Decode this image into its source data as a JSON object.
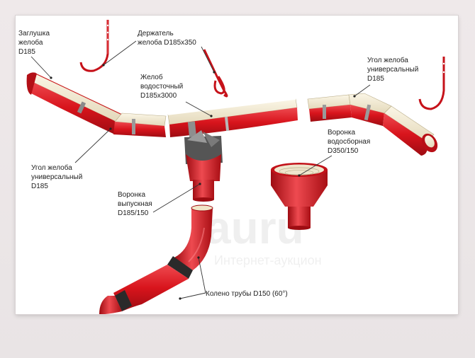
{
  "labels": {
    "end_cap": [
      "Заглушка",
      "желоба",
      "D185"
    ],
    "bracket": [
      "Держатель",
      "желоба D185x350"
    ],
    "gutter": [
      "Желоб",
      "водосточный",
      "D185x3000"
    ],
    "corner_right": [
      "Угол желоба",
      "универсальный",
      "D185"
    ],
    "corner_left": [
      "Угол желоба",
      "универсальный",
      "D185"
    ],
    "funnel_collector": [
      "Воронка",
      "водосборная",
      "D350/150"
    ],
    "funnel_outlet": [
      "Воронка",
      "выпускная",
      "D185/150"
    ],
    "pipe_elbow": [
      "Колено трубы D150 (60°)"
    ]
  },
  "watermark": {
    "brand": "auru",
    "tagline": "Интернет-аукцион"
  },
  "colors": {
    "red": "#d8141c",
    "red_dark": "#9e0c12",
    "red_light": "#ee4a50",
    "inner": "#f3ead2",
    "rubber": "#2a2a2a"
  }
}
